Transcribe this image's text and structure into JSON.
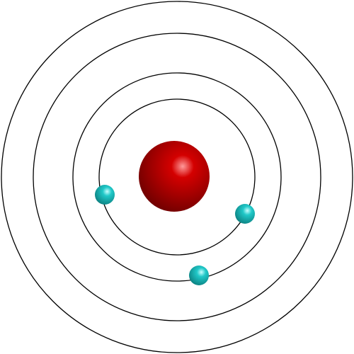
{
  "diagram": {
    "type": "bohr-atom-model",
    "shell_count": 4,
    "electron_count": 3,
    "nucleus": {
      "color": "#d40000",
      "highlight_color": "#ff9a9a",
      "shade_color": "#6a0000"
    },
    "electron": {
      "color": "#20c8c8",
      "highlight_color": "#c8ffff",
      "shade_color": "#0a7a7a"
    },
    "orbit_color": "#000000",
    "background_color": "#ffffff"
  }
}
